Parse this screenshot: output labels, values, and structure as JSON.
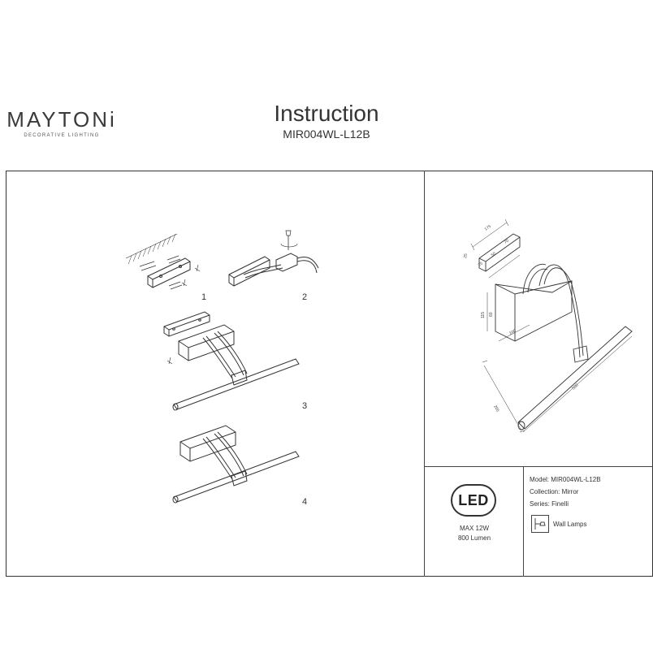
{
  "brand": {
    "name": "MAYTONi",
    "tagline": "DECORATIVE LIGHTING"
  },
  "header": {
    "title": "Instruction",
    "model": "MIR004WL-L12B"
  },
  "steps": [
    "1",
    "2",
    "3",
    "4"
  ],
  "dimensions": {
    "bracket_width": "175",
    "bracket_small": "25",
    "bracket_a": "50",
    "bracket_b": "25",
    "bracket_c": "70",
    "box_height": "115",
    "box_depth": "60",
    "box_width": "100",
    "arm": "205",
    "bar_length": "500"
  },
  "specs": {
    "led_label": "LED",
    "power": "MAX 12W",
    "lumen": "800 Lumen"
  },
  "info": {
    "model": "Model: MIR004WL-L12B",
    "collection": "Collection: Mirror",
    "series": "Series: Finelli",
    "type": "Wall Lamps"
  }
}
